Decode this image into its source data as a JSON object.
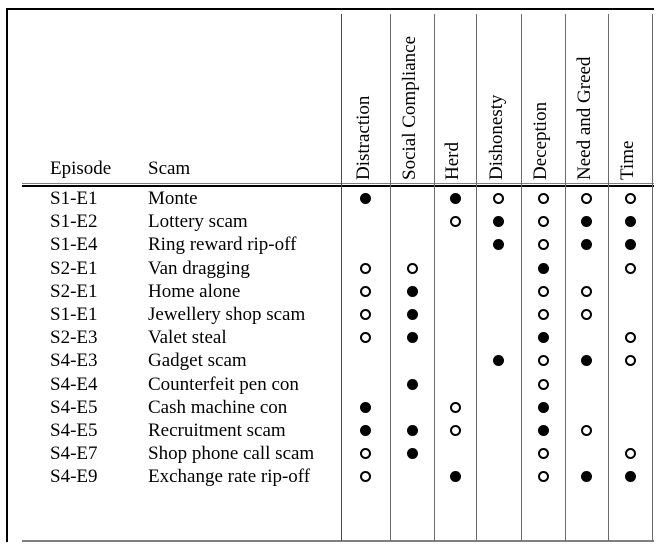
{
  "table": {
    "row_headers": [
      "Episode",
      "Scam"
    ],
    "marker_columns": [
      "Distraction",
      "Social Compliance",
      "Herd",
      "Dishonesty",
      "Deception",
      "Need and Greed",
      "Time"
    ],
    "marker_legend": {
      "filled": "●",
      "open": "○",
      "none": ""
    },
    "rows": [
      {
        "episode": "S1-E1",
        "scam": "Monte",
        "markers": [
          "filled",
          "none",
          "filled",
          "open",
          "open",
          "open",
          "open"
        ]
      },
      {
        "episode": "S1-E2",
        "scam": "Lottery scam",
        "markers": [
          "none",
          "none",
          "open",
          "filled",
          "open",
          "filled",
          "filled"
        ]
      },
      {
        "episode": "S1-E4",
        "scam": "Ring reward rip-off",
        "markers": [
          "none",
          "none",
          "none",
          "filled",
          "open",
          "filled",
          "filled"
        ]
      },
      {
        "episode": "S2-E1",
        "scam": "Van dragging",
        "markers": [
          "open",
          "open",
          "none",
          "none",
          "filled",
          "none",
          "open"
        ]
      },
      {
        "episode": "S2-E1",
        "scam": "Home alone",
        "markers": [
          "open",
          "filled",
          "none",
          "none",
          "open",
          "open",
          "none"
        ]
      },
      {
        "episode": "S1-E1",
        "scam": "Jewellery shop scam",
        "markers": [
          "open",
          "filled",
          "none",
          "none",
          "open",
          "open",
          "none"
        ]
      },
      {
        "episode": "S2-E3",
        "scam": "Valet steal",
        "markers": [
          "open",
          "filled",
          "none",
          "none",
          "filled",
          "none",
          "open"
        ]
      },
      {
        "episode": "S4-E3",
        "scam": "Gadget scam",
        "markers": [
          "none",
          "none",
          "none",
          "filled",
          "open",
          "filled",
          "open"
        ]
      },
      {
        "episode": "S4-E4",
        "scam": "Counterfeit pen con",
        "markers": [
          "none",
          "filled",
          "none",
          "none",
          "open",
          "none",
          "none"
        ]
      },
      {
        "episode": "S4-E5",
        "scam": "Cash machine con",
        "markers": [
          "filled",
          "none",
          "open",
          "none",
          "filled",
          "none",
          "none"
        ]
      },
      {
        "episode": "S4-E5",
        "scam": "Recruitment scam",
        "markers": [
          "filled",
          "filled",
          "open",
          "none",
          "filled",
          "open",
          "none"
        ]
      },
      {
        "episode": "S4-E7",
        "scam": "Shop phone call scam",
        "markers": [
          "open",
          "filled",
          "none",
          "none",
          "open",
          "none",
          "open"
        ]
      },
      {
        "episode": "S4-E9",
        "scam": "Exchange rate rip-off",
        "markers": [
          "open",
          "none",
          "filled",
          "none",
          "open",
          "filled",
          "filled"
        ]
      }
    ]
  },
  "layout": {
    "column_left_edges": [
      341,
      390,
      434,
      476,
      521,
      565,
      608
    ],
    "column_right_edge": 652
  },
  "colors": {
    "rule": "#000000",
    "rule_light": "#808080",
    "vrule": "#6b6b6b",
    "text": "#000000",
    "background": "#ffffff"
  }
}
